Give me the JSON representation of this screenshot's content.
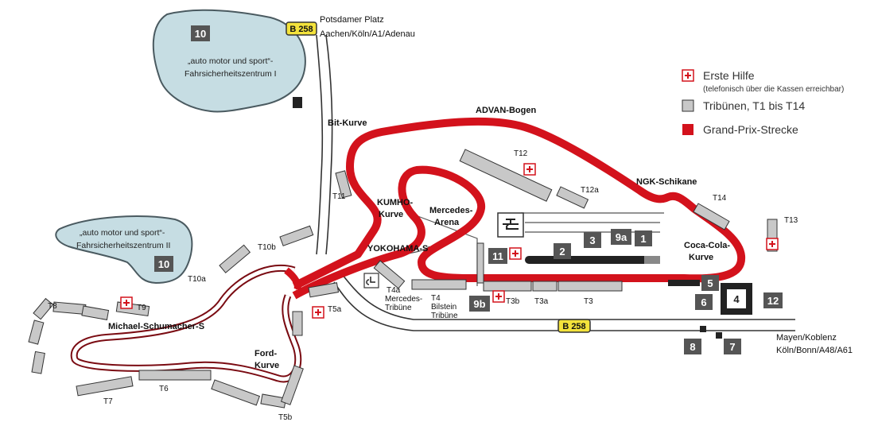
{
  "legend": {
    "first_aid": "Erste Hilfe",
    "first_aid_note": "(telefonisch über die Kassen erreichbar)",
    "stands": "Tribünen, T1 bis T14",
    "track": "Grand-Prix-Strecke",
    "colors": {
      "track": "#d3121c",
      "stand": "#c8c8c8",
      "number_box": "#555555",
      "water": "#c6dde3",
      "sign": "#f3e23b"
    }
  },
  "roads": {
    "north_sign": "B 258",
    "north_line1": "Potsdamer Platz",
    "north_line2": "Aachen/Köln/A1/Adenau",
    "south_sign": "B 258",
    "east_line1": "Mayen/Koblenz",
    "east_line2": "Köln/Bonn/A48/A61"
  },
  "areas": {
    "lake1_line1": "„auto motor und sport“-",
    "lake1_line2": "Fahrsicherheitszentrum I",
    "lake2_line1": "„auto motor und sport“-",
    "lake2_line2": "Fahrsicherheitszentrum II"
  },
  "corners": {
    "bit": "Bit-Kurve",
    "advan": "ADVAN-Bogen",
    "ngk": "NGK-Schikane",
    "coca1": "Coca-Cola-",
    "coca2": "Kurve",
    "kumho1": "KUMHO-",
    "kumho2": "Kurve",
    "mercedes1": "Mercedes-",
    "mercedes2": "Arena",
    "yokohama": "YOKOHAMA-S",
    "schumacher": "Michael-Schumacher-S",
    "ford1": "Ford-",
    "ford2": "Kurve"
  },
  "stands": {
    "t3": "T3",
    "t3a": "T3a",
    "t3b": "T3b",
    "t4_1": "T4",
    "t4_2": "Bilstein",
    "t4_3": "Tribüne",
    "t4a_1": "T4a",
    "t4a_2": "Mercedes-",
    "t4a_3": "Tribüne",
    "t5a": "T5a",
    "t5b": "T5b",
    "t6": "T6",
    "t7": "T7",
    "t8": "T8",
    "t9": "T9",
    "t10a": "T10a",
    "t10b": "T10b",
    "t11": "T11",
    "t12": "T12",
    "t12a": "T12a",
    "t13": "T13",
    "t14": "T14"
  },
  "boxes": {
    "b10a": "10",
    "b10b": "10",
    "b11": "11",
    "b9a": "9a",
    "b9b": "9b",
    "b1": "1",
    "b2": "2",
    "b3": "3",
    "b4": "4",
    "b5": "5",
    "b6": "6",
    "b7": "7",
    "b8": "8",
    "b12": "12"
  }
}
